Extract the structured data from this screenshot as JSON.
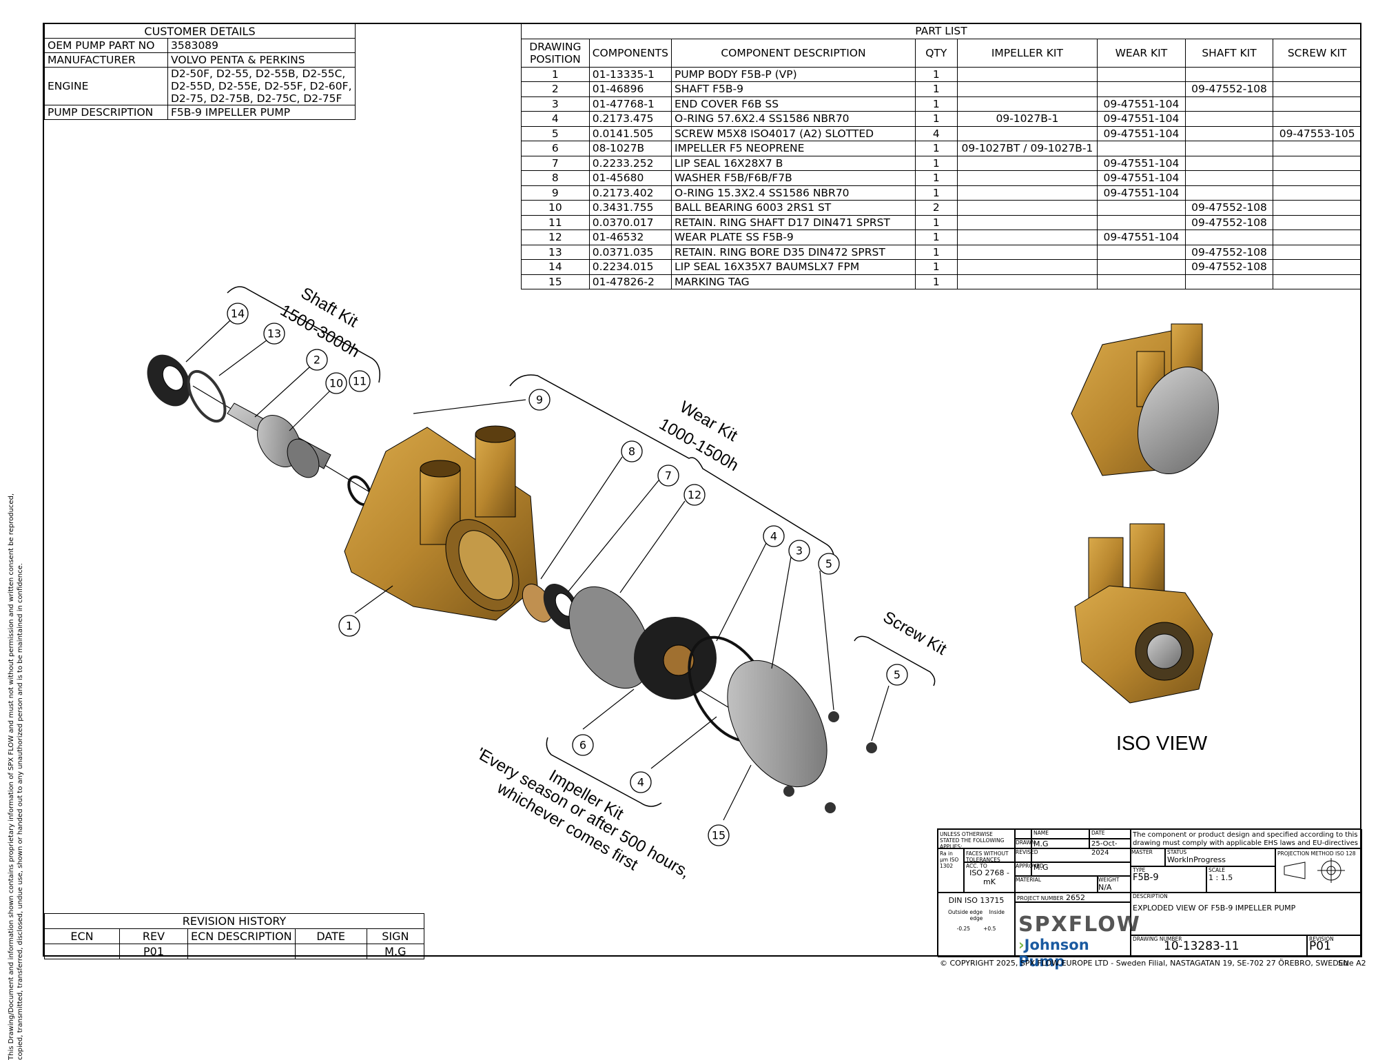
{
  "customer": {
    "header": "CUSTOMER DETAILS",
    "rows": [
      {
        "label": "OEM PUMP PART NO",
        "value": "3583089"
      },
      {
        "label": "MANUFACTURER",
        "value": "VOLVO PENTA & PERKINS"
      },
      {
        "label": "ENGINE",
        "value_lines": [
          "D2-50F, D2-55, D2-55B, D2-55C,",
          "D2-55D, D2-55E, D2-55F, D2-60F,",
          "D2-75, D2-75B, D2-75C, D2-75F"
        ]
      },
      {
        "label": "PUMP DESCRIPTION",
        "value": "F5B-9 IMPELLER PUMP"
      }
    ]
  },
  "partlist": {
    "header": "PART LIST",
    "columns": [
      "DRAWING POSITION",
      "COMPONENTS",
      "COMPONENT DESCRIPTION",
      "QTY",
      "IMPELLER KIT",
      "WEAR KIT",
      "SHAFT KIT",
      "SCREW KIT"
    ],
    "col_pos_line1": "DRAWING",
    "col_pos_line2": "POSITION",
    "rows": [
      [
        "1",
        "01-13335-1",
        "PUMP BODY F5B-P (VP)",
        "1",
        "",
        "",
        "",
        ""
      ],
      [
        "2",
        "01-46896",
        "SHAFT F5B-9",
        "1",
        "",
        "",
        "09-47552-108",
        ""
      ],
      [
        "3",
        "01-47768-1",
        "END COVER F6B SS",
        "1",
        "",
        "09-47551-104",
        "",
        ""
      ],
      [
        "4",
        "0.2173.475",
        "O-RING 57.6X2.4 SS1586 NBR70",
        "1",
        "09-1027B-1",
        "09-47551-104",
        "",
        ""
      ],
      [
        "5",
        "0.0141.505",
        "SCREW M5X8 ISO4017 (A2) SLOTTED",
        "4",
        "",
        "09-47551-104",
        "",
        "09-47553-105"
      ],
      [
        "6",
        "08-1027B",
        "IMPELLER F5 NEOPRENE",
        "1",
        "09-1027BT / 09-1027B-1",
        "",
        "",
        ""
      ],
      [
        "7",
        "0.2233.252",
        "LIP SEAL 16X28X7 B",
        "1",
        "",
        "09-47551-104",
        "",
        ""
      ],
      [
        "8",
        "01-45680",
        "WASHER F5B/F6B/F7B",
        "1",
        "",
        "09-47551-104",
        "",
        ""
      ],
      [
        "9",
        "0.2173.402",
        "O-RING 15.3X2.4 SS1586 NBR70",
        "1",
        "",
        "09-47551-104",
        "",
        ""
      ],
      [
        "10",
        "0.3431.755",
        "BALL BEARING 6003 2RS1 ST",
        "2",
        "",
        "",
        "09-47552-108",
        ""
      ],
      [
        "11",
        "0.0370.017",
        "RETAIN. RING SHAFT D17 DIN471 SPRST",
        "1",
        "",
        "",
        "09-47552-108",
        ""
      ],
      [
        "12",
        "01-46532",
        "WEAR PLATE SS F5B-9",
        "1",
        "",
        "09-47551-104",
        "",
        ""
      ],
      [
        "13",
        "0.0371.035",
        "RETAIN. RING BORE D35 DIN472 SPRST",
        "1",
        "",
        "",
        "09-47552-108",
        ""
      ],
      [
        "14",
        "0.2234.015",
        "LIP SEAL 16X35X7 BAUMSLX7 FPM",
        "1",
        "",
        "",
        "09-47552-108",
        ""
      ],
      [
        "15",
        "01-47826-2",
        "MARKING TAG",
        "1",
        "",
        "",
        "",
        ""
      ]
    ]
  },
  "kits": {
    "shaft_title": "Shaft Kit",
    "shaft_hours": "1500-3000h",
    "wear_title": "Wear Kit",
    "wear_hours": "1000-1500h",
    "screw_title": "Screw Kit",
    "impeller_title": "Impeller Kit",
    "impeller_line1": "'Every season or after 500 hours,",
    "impeller_line2": "whichever comes first"
  },
  "balloons": [
    "14",
    "13",
    "2",
    "10",
    "11",
    "9",
    "8",
    "7",
    "12",
    "4",
    "3",
    "5",
    "5",
    "1",
    "6",
    "4",
    "15"
  ],
  "iso_view_label": "ISO VIEW",
  "revision": {
    "header": "REVISION HISTORY",
    "columns": [
      "ECN",
      "REV",
      "ECN DESCRIPTION",
      "DATE",
      "SIGN"
    ],
    "row": [
      "",
      "P01",
      "",
      "",
      "M.G"
    ]
  },
  "title_block": {
    "unless": "UNLESS OTHERWISE STATED THE FOLLOWING APPLIES:",
    "ra": "Ra in µm ISO 1302",
    "faces": "FACES WITHOUT TOLERANCES ACC. TO",
    "iso2768": "ISO 2768 - mK",
    "din": "DIN ISO 13715",
    "outside_edge": "Outside edge",
    "inside_edge": "Inside edge",
    "outside_val": "-0.25",
    "inside_val": "+0.5",
    "name_h": "NAME",
    "date_h": "DATE",
    "drawn_h": "DRAWN",
    "drawn": "M.G",
    "date": "25-Oct-2024",
    "revised_h": "REVISED",
    "approved_h": "APPROVED",
    "approved": "M.G",
    "material_h": "MATERIAL",
    "weight_h": "WEIGHT",
    "weight": "N/A",
    "compliance": "The component or product design and specified according to this drawing must comply with applicable EHS laws and EU-directives",
    "master_h": "MASTER",
    "status_h": "STATUS",
    "status": "WorkInProgress",
    "projection_h": "PROJECTION METHOD ISO 128",
    "type_h": "TYPE",
    "type": "F5B-9",
    "scale_h": "SCALE",
    "scale": "1 : 1.5",
    "project_h": "PROJECT NUMBER",
    "project": "2652",
    "description_h": "DESCRIPTION",
    "description": "EXPLODED VIEW OF F5B-9 IMPELLER PUMP",
    "brand1": "SPXFLOW",
    "brand2": "Johnson Pump",
    "drawing_no_h": "DRAWING NUMBER",
    "drawing_no": "10-13283-11",
    "revision_h": "REVISION",
    "revision": "P01",
    "size": "Size  A2"
  },
  "copyright": "© COPYRIGHT 2025, SPX FLOW EUROPE LTD - Sweden Filial, NASTAGATAN 19, SE-702 27 ÖREBRO, SWEDEN",
  "side_note_1": "This Drawing/Document and information shown contains proprietary information of SPX FLOW and must not without permission and written consent be reproduced,",
  "side_note_2": "copied, transmitted, transferred, disclosed, undue use, shown or handed out to any unauthorized person and is to be maintained in confidence.",
  "colors": {
    "bronze": "#b8862e",
    "bronze_dark": "#7a5518",
    "rubber": "#1e1e1e",
    "steel": "#8a8a8a",
    "brand_blue": "#1a5aa0",
    "brand_green": "#7ab648"
  }
}
